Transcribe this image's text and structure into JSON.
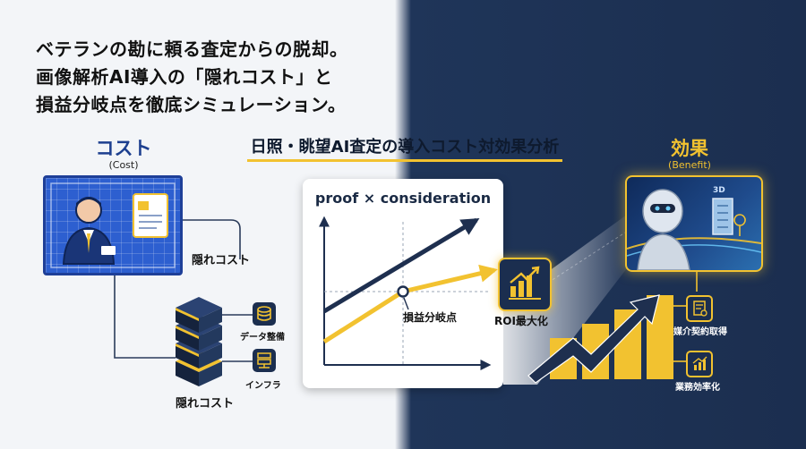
{
  "headline": {
    "line1": "ベテランの勘に頼る査定からの脱却。",
    "line2": "画像解析AI導入の「隠れコスト」と",
    "line3": "損益分岐点を徹底シミュレーション。"
  },
  "center_title": "日照・眺望AI査定の導入コスト対効果分析",
  "cost": {
    "heading": "コスト",
    "subheading": "(Cost)",
    "hidden_cost_label_1": "隠れコスト",
    "hidden_cost_label_2": "隠れコスト",
    "data_prep_label": "データ整備",
    "infra_label": "インフラ"
  },
  "chart": {
    "title": "proof × consideration",
    "breakeven_label": "損益分岐点"
  },
  "roi_label": "ROI最大化",
  "benefit": {
    "heading": "効果",
    "subheading": "(Benefit)",
    "card_badge": "3D",
    "contract_label": "媒介契約取得",
    "efficiency_label": "業務効率化"
  },
  "colors": {
    "navy": "#1b2e4f",
    "accent_yellow": "#f2c230",
    "blueprint_blue": "#2d5fd0",
    "cost_heading_blue": "#1d3f8f"
  }
}
